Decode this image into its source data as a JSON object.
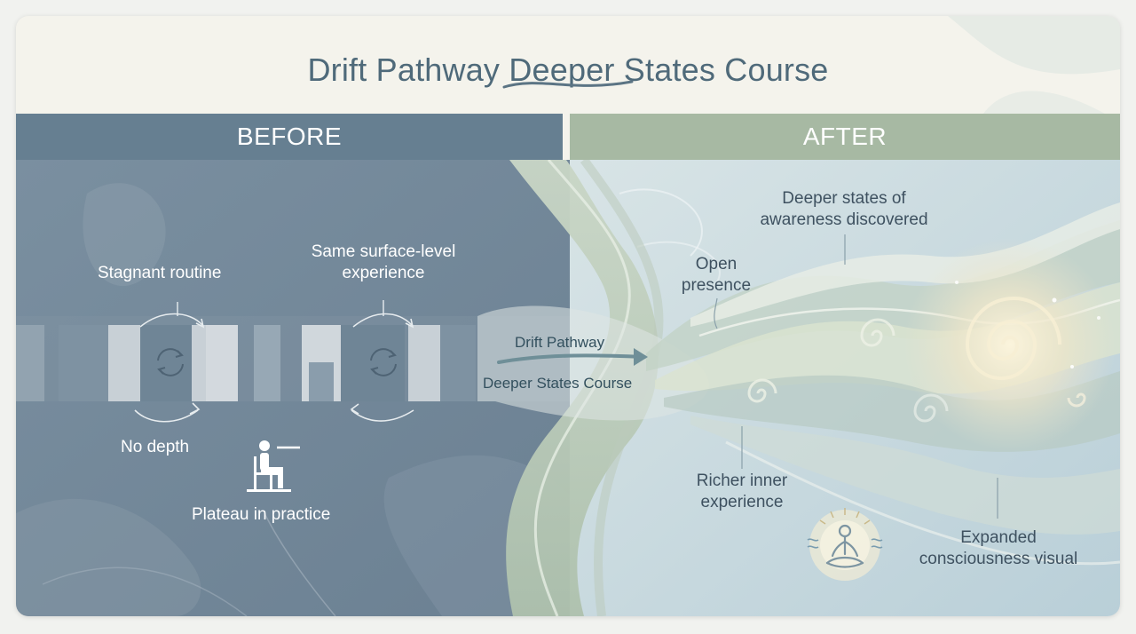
{
  "title": "Drift Pathway Deeper States Course",
  "before": {
    "heading": "BEFORE",
    "labels": {
      "stagnant": "Stagnant routine",
      "surface_line1": "Same surface-level",
      "surface_line2": "experience",
      "no_depth": "No depth",
      "plateau": "Plateau in practice"
    }
  },
  "after": {
    "heading": "AFTER",
    "labels": {
      "deeper_line1": "Deeper states of",
      "deeper_line2": "awareness discovered",
      "open_line1": "Open",
      "open_line2": "presence",
      "richer_line1": "Richer inner",
      "richer_line2": "experience",
      "expanded_line1": "Expanded",
      "expanded_line2": "consciousness visual"
    }
  },
  "transition": {
    "line1": "Drift Pathway",
    "line2": "Deeper States Course"
  },
  "icons": [
    "cycle-arrows-icon",
    "seated-person-icon",
    "meditating-person-icon",
    "pathway-arrow-icon"
  ]
}
